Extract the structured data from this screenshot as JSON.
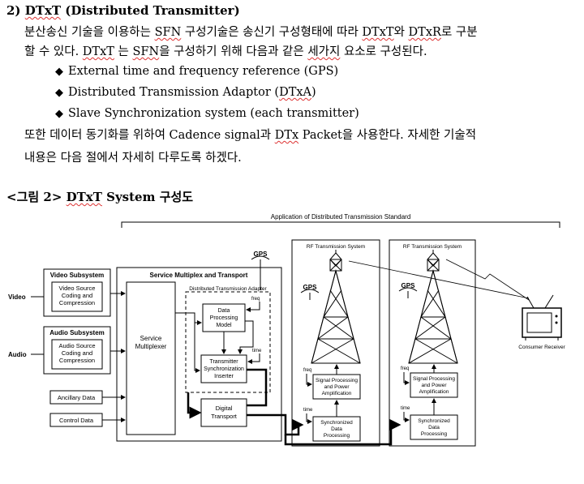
{
  "heading": {
    "num": "2)",
    "term": "DTxT",
    "rest": "(Distributed Transmitter)"
  },
  "para1": {
    "l1_a": "분산송신 기술을 이용하는 ",
    "l1_sfn": "SFN",
    "l1_b": " 구성기술은 송신기 구성형태에 따라 ",
    "l1_dtxt": "DTxT",
    "l1_c": "와 ",
    "l1_dtxr": "DTxR",
    "l1_d": "로 구분",
    "l2_a": "할 수 있다. ",
    "l2_dtxt": "DTxT",
    "l2_b": " 는 ",
    "l2_sfn": "SFN",
    "l2_c": "을 구성하기 위해 다음과 같은 ",
    "l2_seg": "세가지",
    "l2_d": " 요소로 구성된다."
  },
  "bullets": {
    "b1": "External time and frequency reference (GPS)",
    "b2_a": "Distributed Transmission Adaptor (",
    "b2_b": "DTxA",
    "b2_c": ")",
    "b3": "Slave Synchronization system (each transmitter)"
  },
  "para2": {
    "l1_a": "또한 데이터 동기화를 위하여 Cadence signal과 ",
    "l1_dtx": "DTx",
    "l1_b": " Packet을 사용한다. 자세한 기술적",
    "l2": "내용은 다음 절에서 자세히 다루도록 하겠다."
  },
  "figure_caption": {
    "a": "<그림 2> ",
    "b": "DTxT",
    "c": " System 구성도"
  },
  "diagram": {
    "app_title": "Application of Distributed Transmission Standard",
    "video_in": "Video",
    "audio_in": "Audio",
    "video_subsystem": "Video Subsystem",
    "video_source": [
      "Video Source",
      "Coding and",
      "Compression"
    ],
    "audio_subsystem": "Audio Subsystem",
    "audio_source": [
      "Audio Source",
      "Coding and",
      "Compression"
    ],
    "ancillary": "Ancillary Data",
    "control": "Control Data",
    "service_mux_title": "Service Multiplex and Transport",
    "service_multiplexer": [
      "Service",
      "Multiplexer"
    ],
    "dta_title": "Distributed Transmission Adapter",
    "freq": "freq",
    "time": "time",
    "data_processing_model": [
      "Data",
      "Processing",
      "Model"
    ],
    "tsi": [
      "Transmitter",
      "Synchronization",
      "Inserter"
    ],
    "digital_transport": [
      "Digital",
      "Transport"
    ],
    "gps": "GPS",
    "rf_system": "RF Transmission System",
    "signal_processing": [
      "Signal Processing",
      "and Power",
      "Amplification"
    ],
    "sync_data_processing": [
      "Synchronized",
      "Data",
      "Processing"
    ],
    "consumer_receiver": "Consumer Receiver"
  }
}
